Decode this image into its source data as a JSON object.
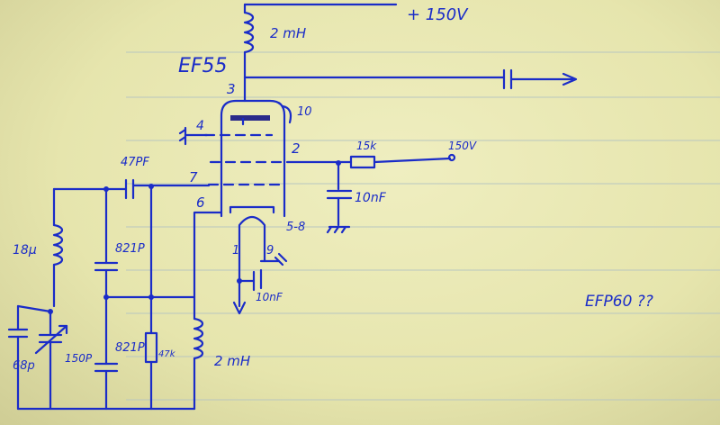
{
  "labels": {
    "supply": "+ 150V",
    "choke_top": "2 mH",
    "tube_type": "EF55",
    "pin_anode": "3",
    "pin_10": "10",
    "pin_4": "4",
    "pin_2": "2",
    "pin_7": "7",
    "pin_6": "6",
    "pin_58": "5-8",
    "pin_1": "1",
    "pin_9": "9",
    "cap_grid": "47PF",
    "res_screen": "15k",
    "screen_supply": "150V",
    "cap_screen": "10nF",
    "cap_heater": "10nF",
    "inductor_tank": "18μ",
    "cap_68p": "68p",
    "cap_var": "150P",
    "cap_821_top": "821P",
    "cap_821_bot": "821P",
    "res_47k": "47k",
    "choke_bottom": "2 mH",
    "note": "EFP60 ??"
  },
  "colors": {
    "ink": "#1a2cc8",
    "paper": "#e9e8b4"
  }
}
